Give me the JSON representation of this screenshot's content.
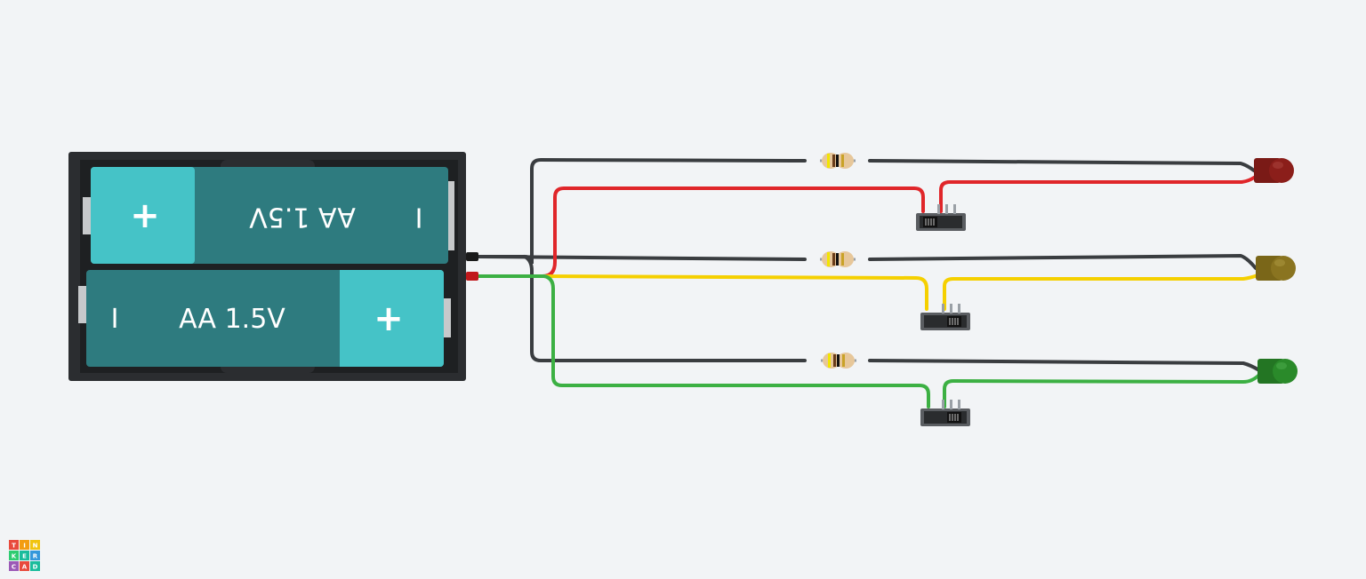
{
  "app": {
    "name": "Tinkercad"
  },
  "logo": {
    "rows": [
      [
        "T",
        "I",
        "N"
      ],
      [
        "K",
        "E",
        "R"
      ],
      [
        "C",
        "A",
        "D"
      ]
    ],
    "colors": [
      "#e84a3c",
      "#f39c12",
      "#f1c40f",
      "#2ecc71",
      "#1abc9c",
      "#3498db",
      "#9b59b6",
      "#e84a3c",
      "#1abc9c"
    ]
  },
  "battery_pack": {
    "top_cell": {
      "label": "AA 1.5V",
      "plus": "+",
      "minus": "I"
    },
    "bottom_cell": {
      "label": "AA 1.5V",
      "plus": "+",
      "minus": "I"
    }
  },
  "wire_colors": {
    "black": "#3a3d40",
    "red": "#e0262a",
    "yellow": "#f5d000",
    "green": "#3cb043"
  },
  "leds": [
    {
      "name": "red-led",
      "color": "#8b1e1a"
    },
    {
      "name": "yellow-led",
      "color": "#8a7420"
    },
    {
      "name": "green-led",
      "color": "#2a8a2a"
    }
  ],
  "switches": [
    {
      "name": "slide-switch-1"
    },
    {
      "name": "slide-switch-2"
    },
    {
      "name": "slide-switch-3"
    }
  ],
  "resistors": [
    {
      "name": "resistor-1"
    },
    {
      "name": "resistor-2"
    },
    {
      "name": "resistor-3"
    }
  ]
}
